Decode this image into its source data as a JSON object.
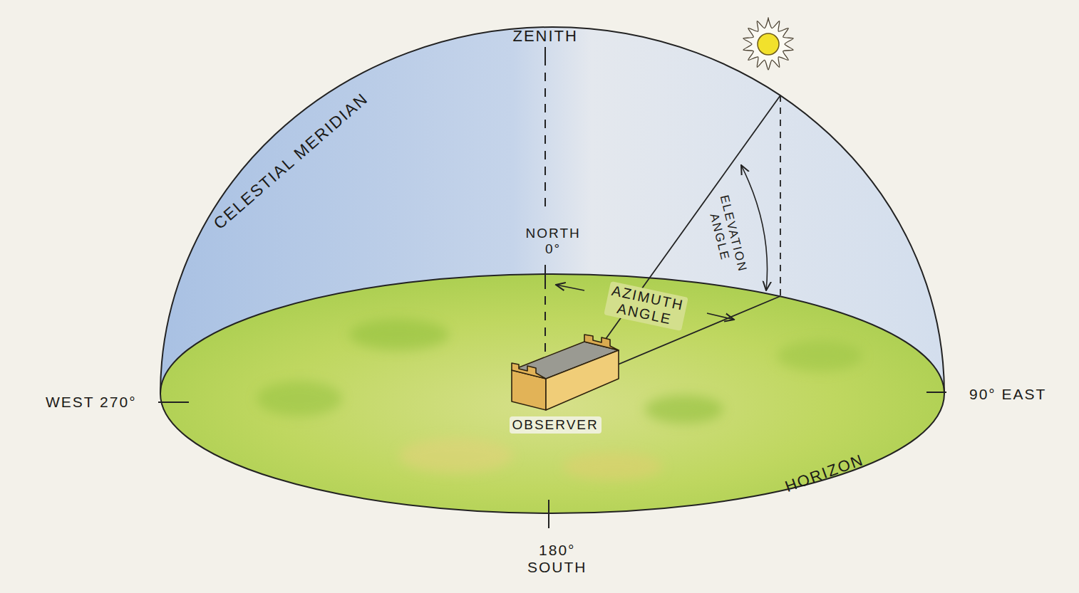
{
  "diagram": {
    "labels": [
      "ZENITH",
      "CELESTIAL MERIDIAN",
      "NORTH 0°",
      "AZIMUTH ANGLE",
      "ELEVATION ANGLE",
      "WEST 270°",
      "90° EAST",
      "OBSERVER",
      "HORIZON",
      "180° SOUTH"
    ]
  }
}
